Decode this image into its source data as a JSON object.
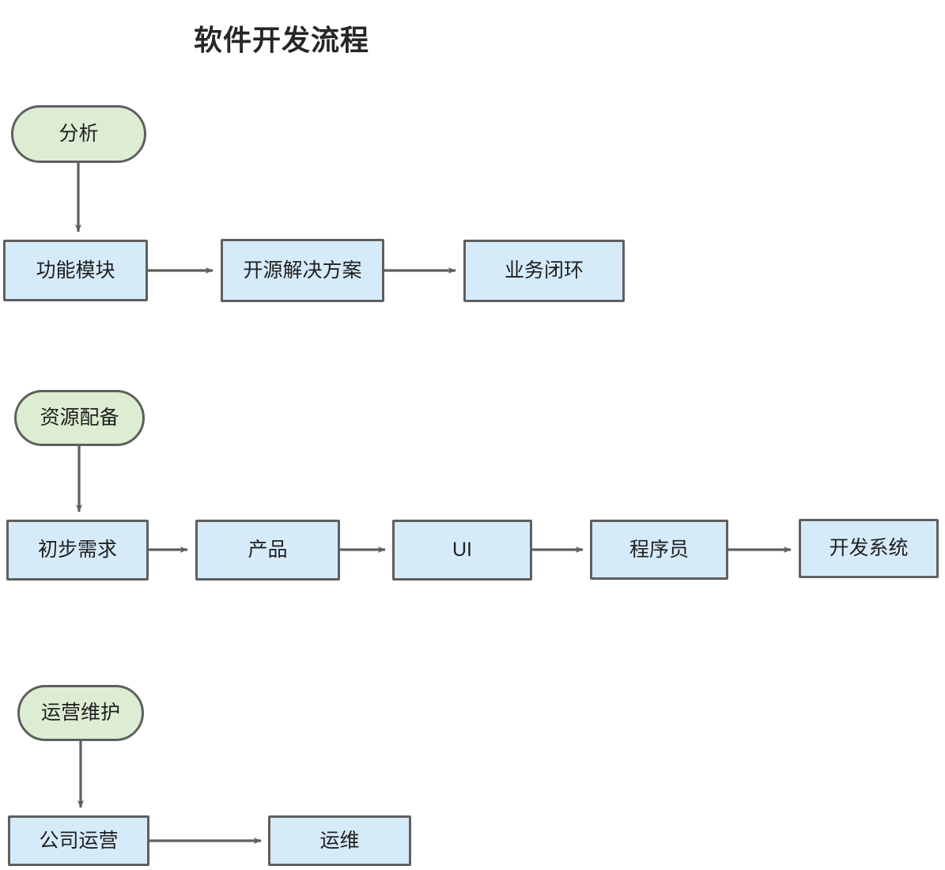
{
  "diagram": {
    "title": "软件开发流程",
    "colors": {
      "process_fill": "#d6ebfa",
      "terminator_fill": "#ddedd3",
      "stroke": "#5f5f5f",
      "text": "#1f1f1f",
      "background": "#ffffff"
    },
    "lanes": [
      {
        "name": "analysis-lane",
        "start": {
          "label": "分析",
          "shape": "terminator"
        },
        "steps": [
          {
            "label": "功能模块",
            "shape": "process"
          },
          {
            "label": "开源解决方案",
            "shape": "process"
          },
          {
            "label": "业务闭环",
            "shape": "process"
          }
        ]
      },
      {
        "name": "resource-lane",
        "start": {
          "label": "资源配备",
          "shape": "terminator"
        },
        "steps": [
          {
            "label": "初步需求",
            "shape": "process"
          },
          {
            "label": "产品",
            "shape": "process"
          },
          {
            "label": "UI",
            "shape": "process"
          },
          {
            "label": "程序员",
            "shape": "process"
          },
          {
            "label": "开发系统",
            "shape": "process"
          }
        ]
      },
      {
        "name": "operations-lane",
        "start": {
          "label": "运营维护",
          "shape": "terminator"
        },
        "steps": [
          {
            "label": "公司运营",
            "shape": "process"
          },
          {
            "label": "运维",
            "shape": "process"
          }
        ]
      }
    ]
  }
}
